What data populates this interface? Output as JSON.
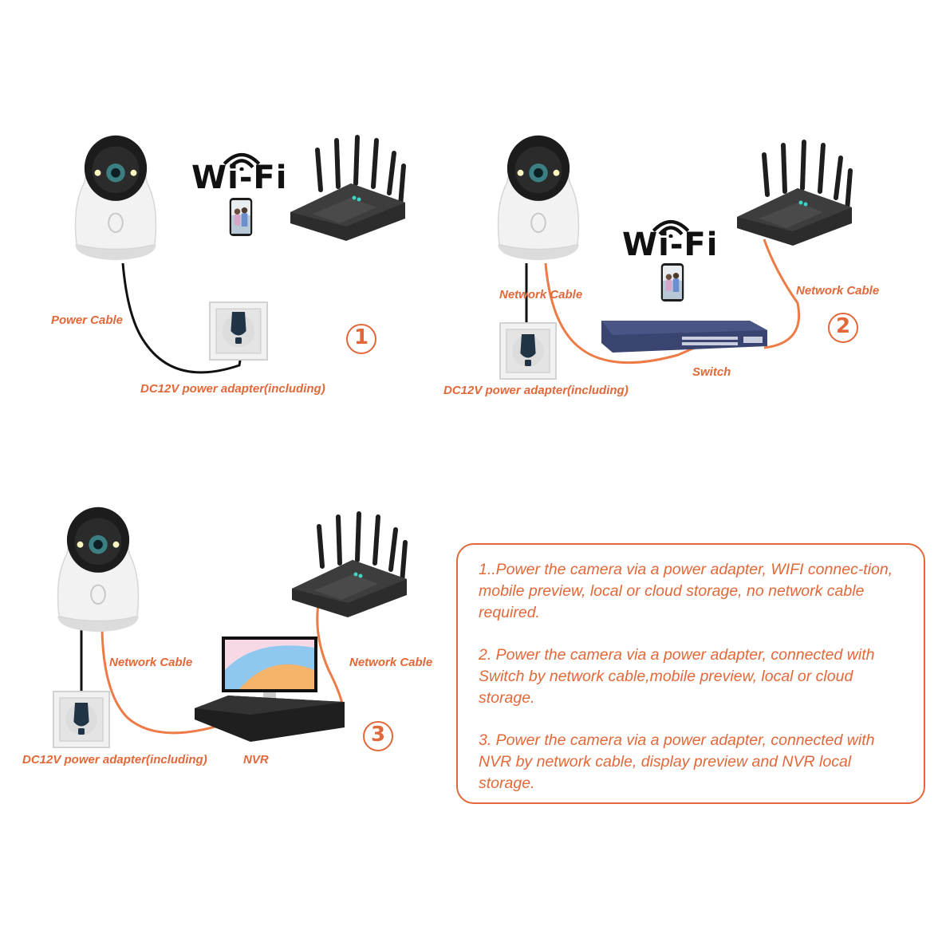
{
  "wifi_text": "Wi-Fi",
  "panel1": {
    "power_cable": "Power Cable",
    "adapter": "DC12V power adapter(including)",
    "marker": "1"
  },
  "panel2": {
    "network_cable_left": "Network Cable",
    "network_cable_right": "Network Cable",
    "switch": "Switch",
    "adapter": "DC12V power adapter(including)",
    "marker": "2"
  },
  "panel3": {
    "network_cable_left": "Network Cable",
    "network_cable_right": "Network Cable",
    "adapter": "DC12V power adapter(including)",
    "nvr": "NVR",
    "marker": "3"
  },
  "descriptions": [
    "1..Power the camera via a power adapter, WIFI connec-tion, mobile preview, local or cloud storage, no network cable required.",
    "2. Power the camera via a power adapter, connected with Switch by network cable,mobile preview, local or cloud storage.",
    "3. Power the camera via a power adapter, connected with NVR by network cable, display preview and NVR local storage."
  ],
  "colors": {
    "accent": "#E2683A",
    "cable_orange": "#EE7A45",
    "cable_black": "#111111"
  }
}
